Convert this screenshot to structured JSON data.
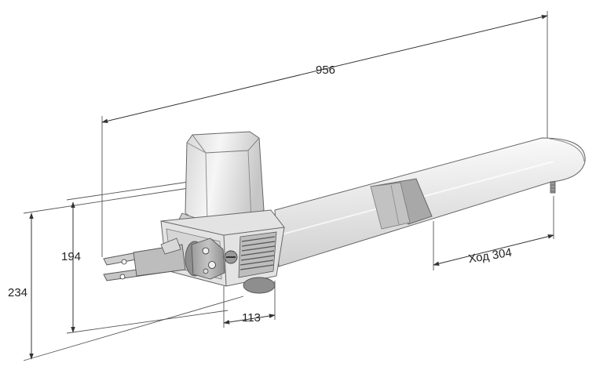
{
  "dimensions": {
    "total_length": "956",
    "height_outer": "234",
    "height_inner": "194",
    "motor_width": "113",
    "stroke": "Ход 304"
  },
  "colors": {
    "tube_light": "#eeeeee",
    "tube_dark": "#cfcfcf",
    "motor_cover_light": "#f2f2f2",
    "motor_cover_dark": "#c9c9c9",
    "clamp": "#a9a9a9",
    "outline": "#666666",
    "dimension_line": "#333333"
  },
  "icons": [
    "linear-actuator-drawing",
    "arrowhead"
  ]
}
